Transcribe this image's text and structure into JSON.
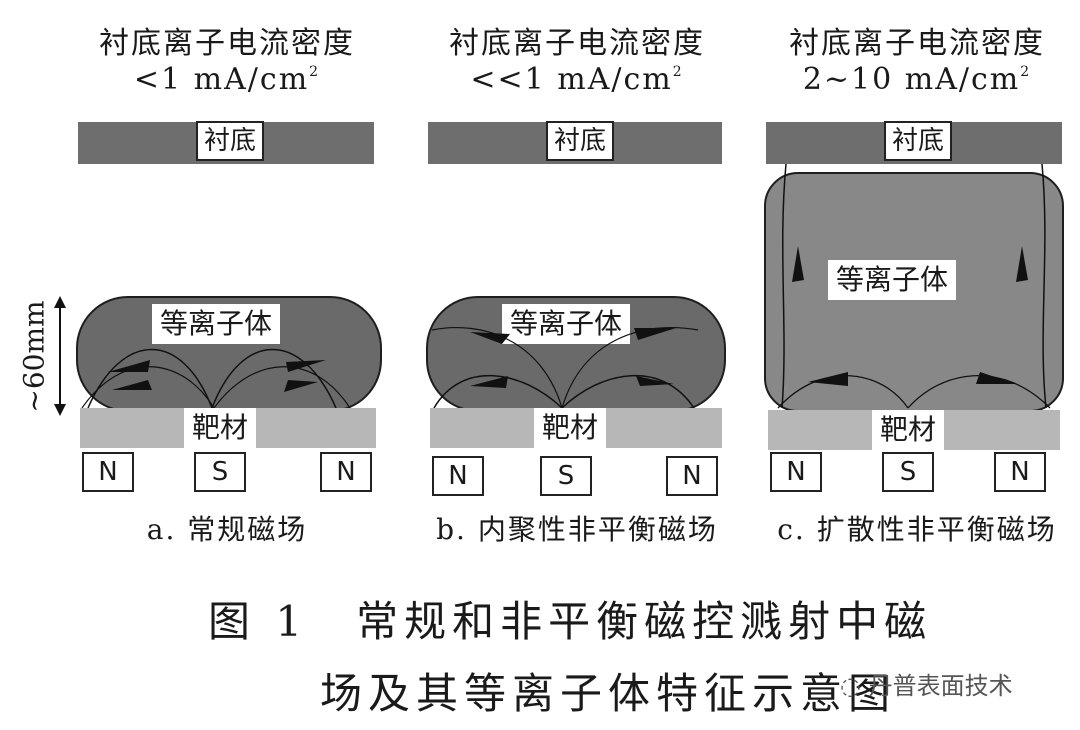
{
  "panels": [
    {
      "header_line1": "衬底离子电流密度",
      "header_line2": "<1 mA/cm",
      "header_sup": "2",
      "substrate_label": "衬底",
      "plasma_label": "等离子体",
      "target_label": "靶材",
      "magnets": [
        "N",
        "S",
        "N"
      ],
      "caption": "a. 常规磁场"
    },
    {
      "header_line1": "衬底离子电流密度",
      "header_line2": "<<1 mA/cm",
      "header_sup": "2",
      "substrate_label": "衬底",
      "plasma_label": "等离子体",
      "target_label": "靶材",
      "magnets": [
        "N",
        "S",
        "N"
      ],
      "caption": "b. 内聚性非平衡磁场"
    },
    {
      "header_line1": "衬底离子电流密度",
      "header_line2": "2~10 mA/cm",
      "header_sup": "2",
      "substrate_label": "衬底",
      "plasma_label": "等离子体",
      "target_label": "靶材",
      "magnets": [
        "N",
        "S",
        "N"
      ],
      "caption": "c. 扩散性非平衡磁场"
    }
  ],
  "dimension_label": "~60mm",
  "figure_title_line1": "图 1　常规和非平衡磁控溅射中磁",
  "figure_title_line2": "场及其等离子体特征示意图",
  "watermark": "丹普表面技术"
}
